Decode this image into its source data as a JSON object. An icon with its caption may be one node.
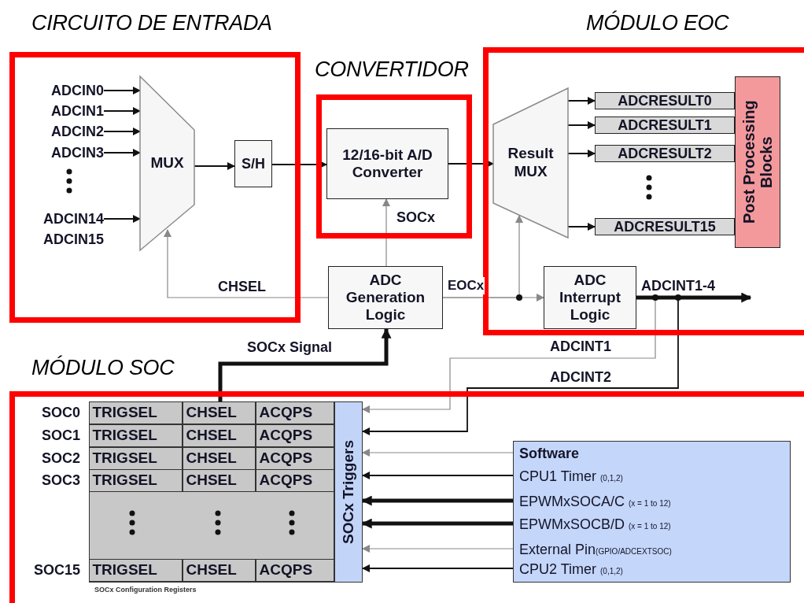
{
  "diagram": {
    "nodes": [
      {
        "text": [
          "CIRCUITO DE ENTRADA"
        ]
      },
      {
        "text": [
          "CONVERTIDOR"
        ]
      },
      {
        "text": [
          "MÓDULO EOC"
        ]
      },
      {
        "text": [
          "MÓDULO SOC"
        ]
      },
      {
        "text": [
          "ADCIN0"
        ],
        "in": 0
      },
      {
        "text": [
          "ADCIN1"
        ],
        "in": 0
      },
      {
        "text": [
          "ADCIN2"
        ],
        "in": 0
      },
      {
        "text": [
          "ADCIN3"
        ],
        "in": 0
      },
      {
        "text": [
          "ADCIN14"
        ],
        "in": 0
      },
      {
        "text": [
          "MUX"
        ],
        "in": 0
      },
      {
        "text": [
          "S/H"
        ],
        "in": 0
      },
      {
        "text": [
          "12/16-bit A/D Converter"
        ],
        "in": 1
      },
      {
        "text": [
          "ADC Generation Logic"
        ]
      },
      {
        "text": [
          "Result MUX"
        ],
        "in": 2
      },
      {
        "text": [
          "ADCRESULT0"
        ],
        "in": 2
      },
      {
        "text": [
          "ADCRESULT1"
        ],
        "in": 2
      },
      {
        "text": [
          "ADCRESULT2"
        ],
        "in": 2
      },
      {
        "text": [
          "ADCRESULT15"
        ],
        "in": 2
      },
      {
        "text": [
          "Post Processing Blocks"
        ],
        "in": 2
      },
      {
        "text": [
          "ADC Interrupt Logic"
        ],
        "in": 2
      },
      {
        "text": [],
        "shape": "box",
        "in": 3,
        "beside": [
          "SOCx Configuration Registers"
        ]
      },
      {
        "text": [
          "SOCx Triggers"
        ],
        "in": 3
      },
      {
        "text": [
          "Software",
          "CPU1 Timer $_{(0,1,2)}$",
          "EPWMxSOCA/C $_{(x = 1 to 12)}$",
          "EPWMxSOCB/D $_{(x = 1 to 12)}$",
          "External Pin$_{(GPIO/ADCEXTSOC)}$",
          "CPU2 Timer $_{(0,1,2)}$"
        ],
        "in": 3
      }
    ],
    "edges": [
      {
        "from": 4,
        "to": 9,
        "arrow": "to"
      },
      {
        "from": 5,
        "to": 9,
        "arrow": "to"
      },
      {
        "from": 6,
        "to": 9,
        "arrow": "to"
      },
      {
        "from": 7,
        "to": 9,
        "arrow": "to"
      },
      {
        "from": 8,
        "to": 9,
        "arrow": "to"
      },
      {
        "from": 9,
        "to": 10,
        "arrow": "to"
      },
      {
        "from": 10,
        "to": 11,
        "arrow": "to"
      },
      {
        "from": 11,
        "to": 13,
        "arrow": "to"
      },
      {
        "from": 12,
        "to": 11,
        "arrow": "to",
        "label": "SOCx",
        "color": "#888888"
      },
      {
        "from": 12,
        "to": 9,
        "arrow": "to",
        "label": "CHSEL",
        "color": "#888888"
      },
      {
        "from": 12,
        "to": 19,
        "arrow": "to",
        "label": "EOCx",
        "color": "#888888"
      },
      {
        "from": 12,
        "to": 13,
        "arrow": "to",
        "color": "#888888"
      },
      {
        "from": 13,
        "to": 14,
        "arrow": "to"
      },
      {
        "from": 13,
        "to": 15,
        "arrow": "to"
      },
      {
        "from": 13,
        "to": 16,
        "arrow": "to"
      },
      {
        "from": 13,
        "to": 17,
        "arrow": "to"
      },
      {
        "from": 19,
        "to": null,
        "arrow": "to",
        "label": "ADCINT1-4",
        "style": "thick"
      },
      {
        "from": 19,
        "to": 21,
        "arrow": "to",
        "label": "ADCINT1",
        "color": "#888888"
      },
      {
        "from": 19,
        "to": 21,
        "arrow": "to",
        "label": "ADCINT2"
      },
      {
        "from": 20,
        "to": 12,
        "arrow": "to",
        "label": "SOCx Signal",
        "style": "thick"
      },
      {
        "from": 22,
        "to": 21,
        "arrow": "to",
        "color": "#888888"
      },
      {
        "from": 22,
        "to": 21,
        "arrow": "to"
      },
      {
        "from": 22,
        "to": 21,
        "arrow": "to",
        "style": "thick"
      },
      {
        "from": 22,
        "to": 21,
        "arrow": "to",
        "style": "thick"
      },
      {
        "from": 22,
        "to": 21,
        "arrow": "to",
        "color": "#888888"
      },
      {
        "from": 22,
        "to": 21,
        "arrow": "to"
      }
    ],
    "labels": [
      "ADCIN15",
      "SOC0",
      "TRIGSEL",
      "CHSEL",
      "ACQPS",
      "SOC1",
      "TRIGSEL",
      "CHSEL",
      "ACQPS",
      "SOC2",
      "TRIGSEL",
      "CHSEL",
      "ACQPS",
      "SOC3",
      "TRIGSEL",
      "CHSEL",
      "ACQPS",
      "SOC15",
      "TRIGSEL",
      "CHSEL",
      "ACQPS"
    ]
  }
}
